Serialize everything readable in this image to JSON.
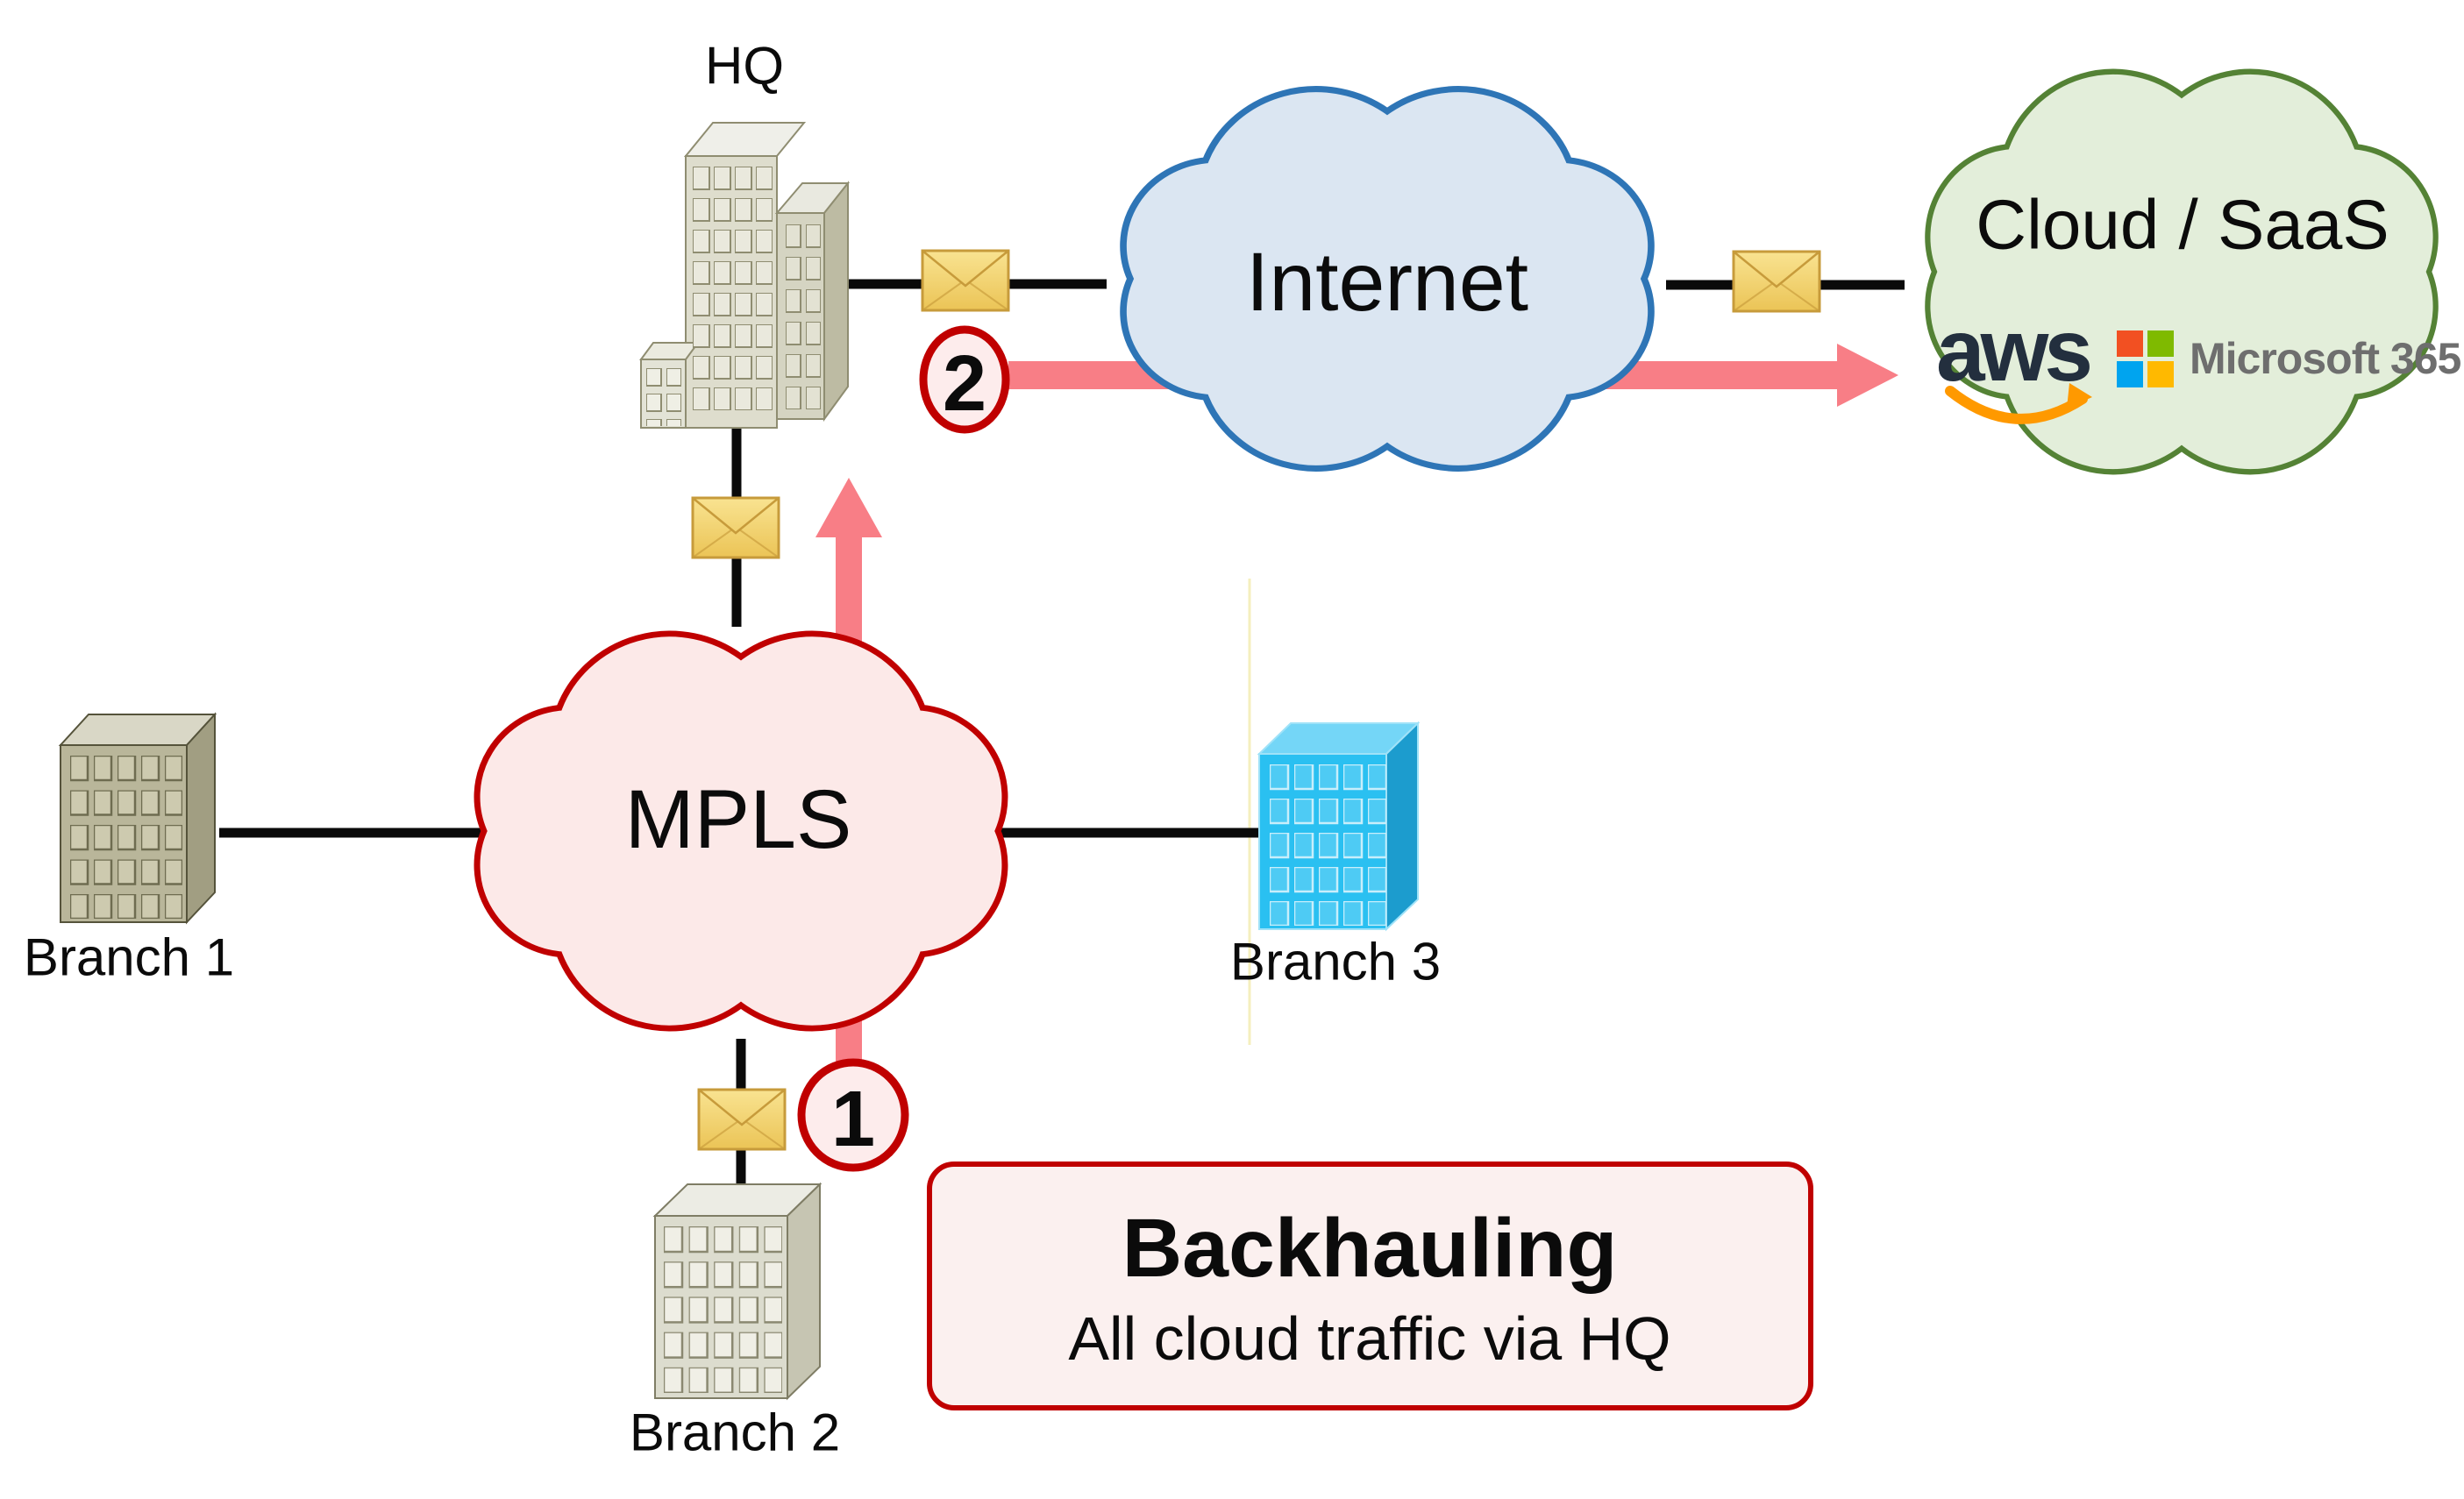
{
  "nodes": {
    "hq": "HQ",
    "branch1": "Branch 1",
    "branch2": "Branch 2",
    "branch3": "Branch 3",
    "internet": "Internet",
    "mpls": "MPLS",
    "cloud_saas": "Cloud / SaaS"
  },
  "logos": {
    "aws": "aws",
    "microsoft365": "Microsoft 365"
  },
  "steps": {
    "one": "1",
    "two": "2"
  },
  "note": {
    "title": "Backhauling",
    "subtitle": "All cloud traffic via HQ"
  },
  "colors": {
    "accent_red": "#C00000",
    "flow_pink": "#F87E86",
    "internet_border": "#2E75B6",
    "internet_fill": "#DBE6F2",
    "mpls_fill": "#FCE9E8",
    "saas_border": "#548235",
    "saas_fill": "#E3EEDA",
    "envelope_gold": "#F2D672",
    "aws_navy": "#232F3E",
    "aws_orange": "#FF9900",
    "ms_red": "#F25022",
    "ms_green": "#7FBA00",
    "ms_blue": "#00A4EF",
    "ms_yellow": "#FFB900",
    "ms_gray": "#6E6E6E"
  },
  "icons": {
    "envelope": "envelope-icon",
    "cloud": "cloud-shape",
    "building": "building-icon",
    "arrow": "traffic-flow-arrow"
  }
}
